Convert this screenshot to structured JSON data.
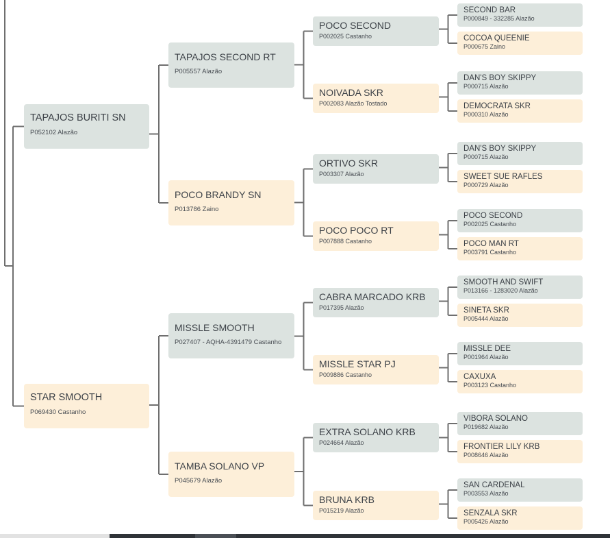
{
  "pedigree": {
    "gen1": [
      {
        "name": "TAPAJOS BURITI SN",
        "reg": "P052102 Alazão",
        "sex": "m"
      },
      {
        "name": "STAR SMOOTH",
        "reg": "P069430 Castanho",
        "sex": "f"
      }
    ],
    "gen2": [
      {
        "name": "TAPAJOS SECOND RT",
        "reg": "P005557 Alazão",
        "sex": "m"
      },
      {
        "name": "POCO BRANDY SN",
        "reg": "P013786 Zaino",
        "sex": "f"
      },
      {
        "name": "MISSLE SMOOTH",
        "reg": "P027407 - AQHA-4391479 Castanho",
        "sex": "m"
      },
      {
        "name": "TAMBA SOLANO VP",
        "reg": "P045679 Alazão",
        "sex": "f"
      }
    ],
    "gen3": [
      {
        "name": "POCO SECOND",
        "reg": "P002025 Castanho",
        "sex": "m"
      },
      {
        "name": "NOIVADA SKR",
        "reg": "P002083 Alazão Tostado",
        "sex": "f"
      },
      {
        "name": "ORTIVO SKR",
        "reg": "P003307 Alazão",
        "sex": "m"
      },
      {
        "name": "POCO POCO RT",
        "reg": "P007888 Castanho",
        "sex": "f"
      },
      {
        "name": "CABRA MARCADO KRB",
        "reg": "P017395 Alazão",
        "sex": "m"
      },
      {
        "name": "MISSLE STAR PJ",
        "reg": "P009886 Castanho",
        "sex": "f"
      },
      {
        "name": "EXTRA SOLANO KRB",
        "reg": "P024664 Alazão",
        "sex": "m"
      },
      {
        "name": "BRUNA KRB",
        "reg": "P015219 Alazão",
        "sex": "f"
      }
    ],
    "gen4": [
      {
        "name": "SECOND BAR",
        "reg": "P000849 - 332285 Alazão",
        "sex": "m"
      },
      {
        "name": "COCOA QUEENIE",
        "reg": "P000675 Zaino",
        "sex": "f"
      },
      {
        "name": "DAN'S BOY SKIPPY",
        "reg": "P000715 Alazão",
        "sex": "m"
      },
      {
        "name": "DEMOCRATA SKR",
        "reg": "P000310 Alazão",
        "sex": "f"
      },
      {
        "name": "DAN'S BOY SKIPPY",
        "reg": "P000715 Alazão",
        "sex": "m"
      },
      {
        "name": "SWEET SUE RAFLES",
        "reg": "P000729 Alazão",
        "sex": "f"
      },
      {
        "name": "POCO SECOND",
        "reg": "P002025 Castanho",
        "sex": "m"
      },
      {
        "name": "POCO MAN RT",
        "reg": "P003791 Castanho",
        "sex": "f"
      },
      {
        "name": "SMOOTH AND SWIFT",
        "reg": "P013166 - 1283020 Alazão",
        "sex": "m"
      },
      {
        "name": "SINETA SKR",
        "reg": "P005444 Alazão",
        "sex": "f"
      },
      {
        "name": "MISSLE DEE",
        "reg": "P001964 Alazão",
        "sex": "m"
      },
      {
        "name": "CAXUXA",
        "reg": "P003123 Castanho",
        "sex": "f"
      },
      {
        "name": "VIBORA SOLANO",
        "reg": "P019682 Alazão",
        "sex": "m"
      },
      {
        "name": "FRONTIER LILY KRB",
        "reg": "P008646 Alazão",
        "sex": "f"
      },
      {
        "name": "SAN CARDENAL",
        "reg": "P003553 Alazão",
        "sex": "m"
      },
      {
        "name": "SENZALA SKR",
        "reg": "P005426 Alazão",
        "sex": "f"
      }
    ]
  },
  "colors": {
    "male_box": "#dce3e0",
    "female_box": "#fdefd9",
    "connector": "#6f6f6f",
    "text": "#3d4248"
  }
}
